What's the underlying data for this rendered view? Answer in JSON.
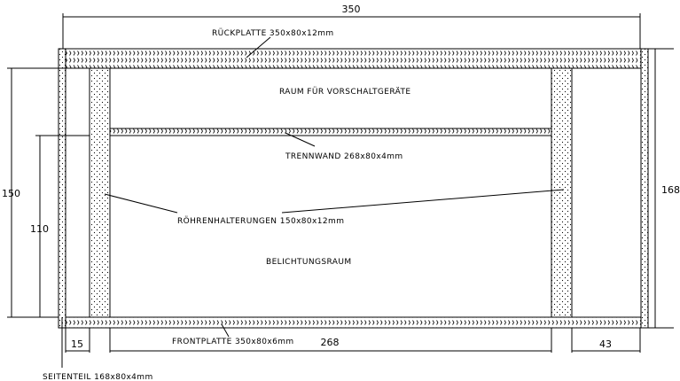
{
  "labels": {
    "rueckplatte": "RÜCKPLATTE 350x80x12mm",
    "raum_vorschalt": "RAUM FÜR VORSCHALTGERÄTE",
    "trennwand": "TRENNWAND 268x80x4mm",
    "roehrenhalterungen": "RÖHRENHALTERUNGEN 150x80x12mm",
    "belichtungsraum": "BELICHTUNGSRAUM",
    "frontplatte": "FRONTPLATTE 350x80x6mm",
    "seitenteil": "SEITENTEIL 168x80x4mm"
  },
  "dimensions": {
    "total_width": "350",
    "total_height": "168",
    "holder_height": "150",
    "exposure_height": "110",
    "side_offset": "15",
    "front_width": "268",
    "right_offset": "43"
  },
  "colors": {
    "line": "#000000",
    "background": "#ffffff"
  }
}
